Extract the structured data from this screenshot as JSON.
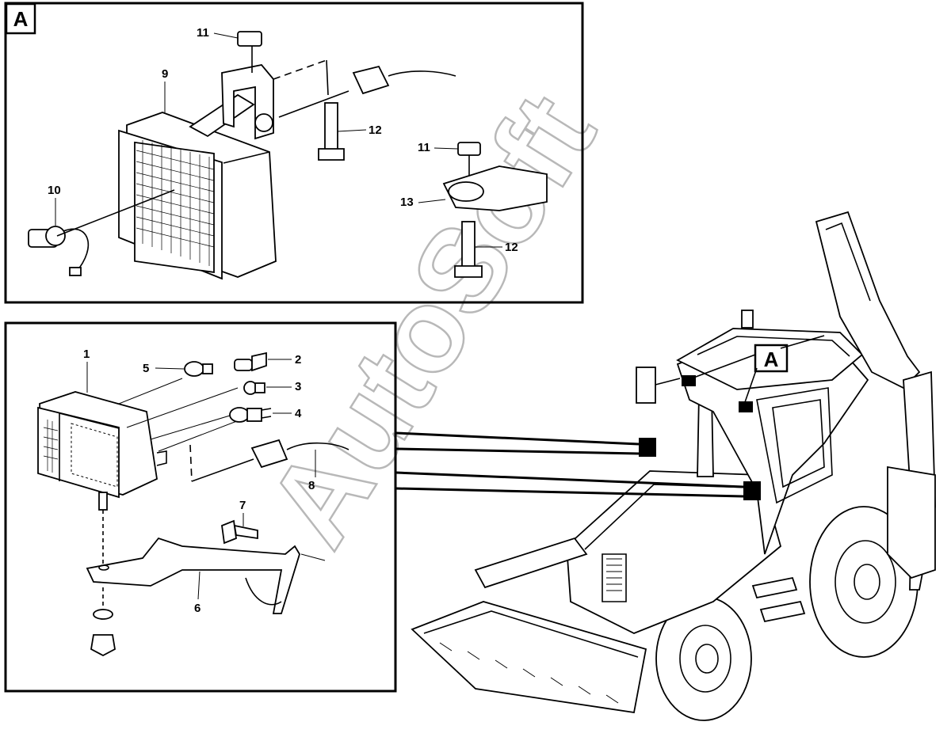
{
  "figure": {
    "watermark": "AutoSoft",
    "panel_a": {
      "tag": "A",
      "callouts": [
        "11",
        "9",
        "12",
        "11",
        "10",
        "13",
        "12"
      ]
    },
    "panel_b": {
      "callouts": [
        "1",
        "5",
        "2",
        "3",
        "4",
        "8",
        "7",
        "6"
      ]
    },
    "machine": {
      "tag": "A"
    }
  }
}
